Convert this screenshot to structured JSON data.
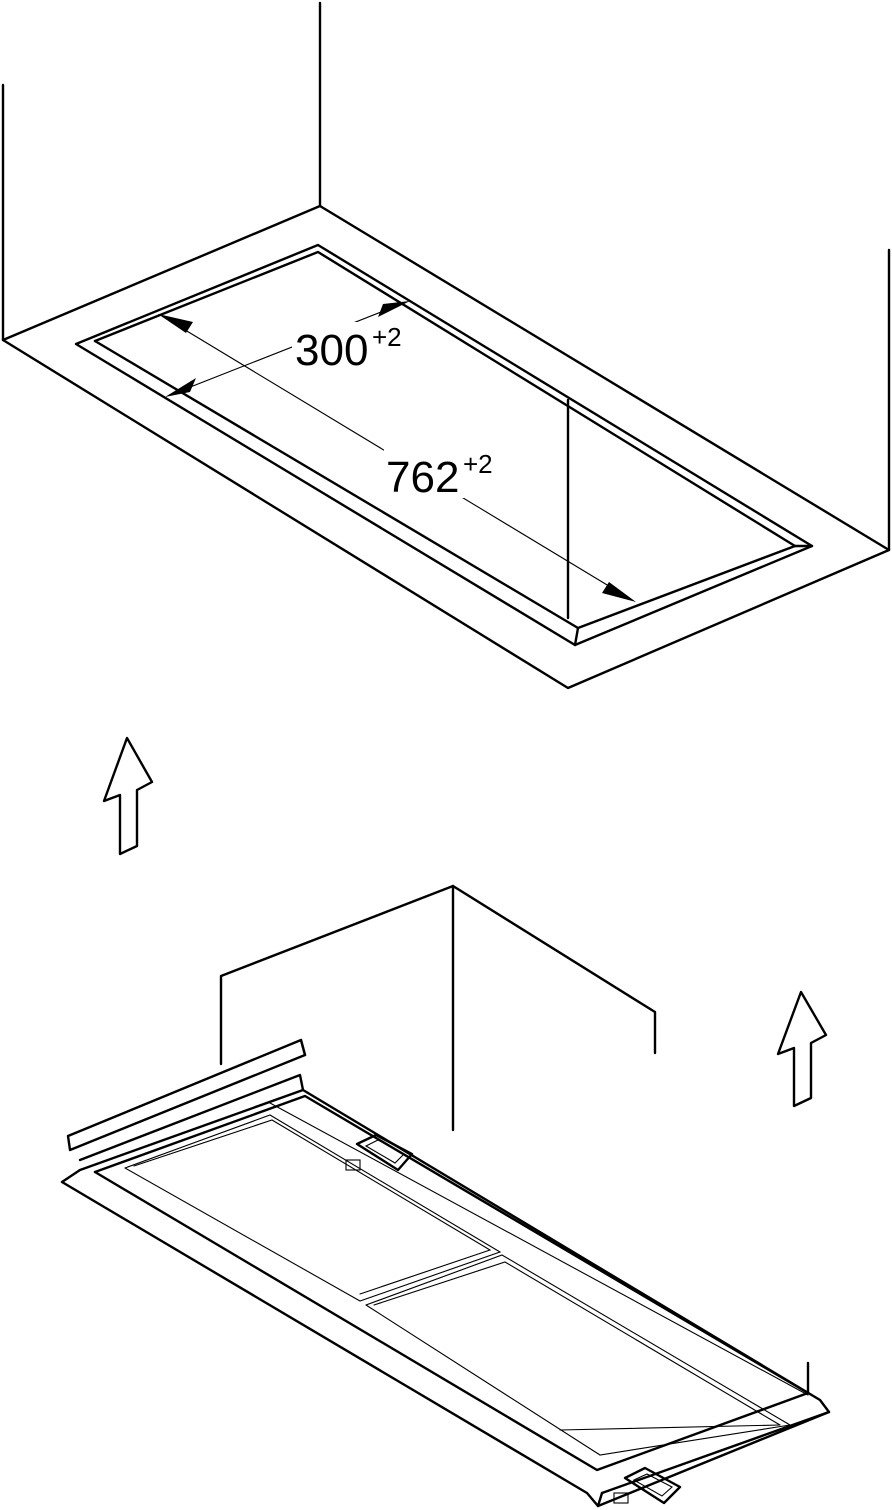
{
  "dimensions": {
    "width": {
      "value": "300",
      "tolerance": "+2"
    },
    "length": {
      "value": "762",
      "tolerance": "+2"
    }
  },
  "colors": {
    "line": "#000000",
    "background": "#ffffff"
  },
  "icons": [
    "up-arrow-icon",
    "up-arrow-icon"
  ]
}
